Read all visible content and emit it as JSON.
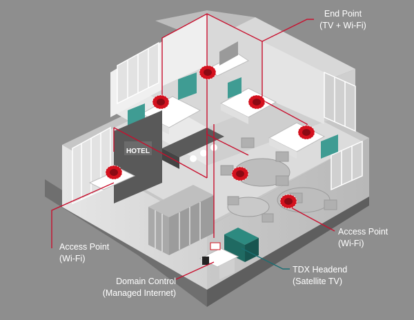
{
  "labels": {
    "end_point": {
      "title": "End Point",
      "subtitle": "(TV + Wi-Fi)"
    },
    "access_point_left": {
      "title": "Access Point",
      "subtitle": "(Wi-Fi)"
    },
    "access_point_right": {
      "title": "Access Point",
      "subtitle": "(Wi-Fi)"
    },
    "domain_control": {
      "title": "Domain Control",
      "subtitle": "(Managed Internet)"
    },
    "tdx_headend": {
      "title": "TDX Headend",
      "subtitle": "(Satellite TV)"
    }
  },
  "sign": {
    "text": "HOTEL"
  },
  "colors": {
    "background": "#8e8e8e",
    "connector_red": "#c8102e",
    "connector_teal": "#1a6f73",
    "device_red": "#d4111e",
    "accent_teal": "#3f9c93"
  },
  "icons": {
    "access_point": "wifi-access-point-icon",
    "headend": "satellite-headend-icon"
  }
}
